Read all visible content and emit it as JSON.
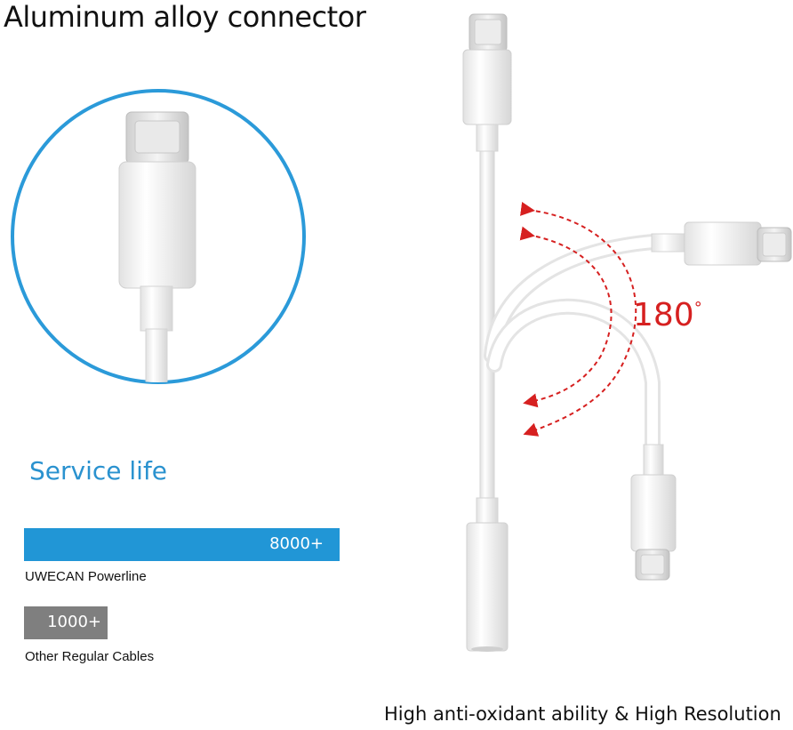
{
  "header": {
    "title": "Aluminum alloy connector"
  },
  "service_life": {
    "heading": "Service life",
    "bars": [
      {
        "value_label": "8000+",
        "label": "UWECAN Powerline",
        "color": "#2196d6"
      },
      {
        "value_label": "1000+",
        "label": "Other Regular Cables",
        "color": "#7f7f7f"
      }
    ]
  },
  "bend": {
    "angle_value": "180",
    "angle_unit": "°",
    "arrow_color": "#d62020"
  },
  "footer": {
    "text": "High anti-oxidant ability & High Resolution"
  },
  "icons": [
    "usb-c-connector-icon",
    "audio-jack-connector-icon",
    "curved-arrow-icon"
  ]
}
